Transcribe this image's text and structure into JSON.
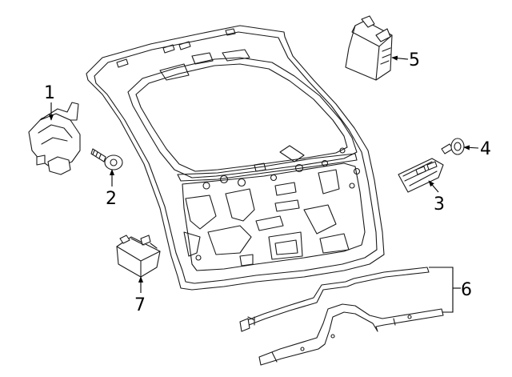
{
  "diagram": {
    "callouts": [
      {
        "id": "1",
        "label": "1"
      },
      {
        "id": "2",
        "label": "2"
      },
      {
        "id": "3",
        "label": "3"
      },
      {
        "id": "4",
        "label": "4"
      },
      {
        "id": "5",
        "label": "5"
      },
      {
        "id": "6",
        "label": "6"
      },
      {
        "id": "7",
        "label": "7"
      }
    ],
    "colors": {
      "line": "#1a1a1a",
      "background": "#ffffff"
    }
  }
}
